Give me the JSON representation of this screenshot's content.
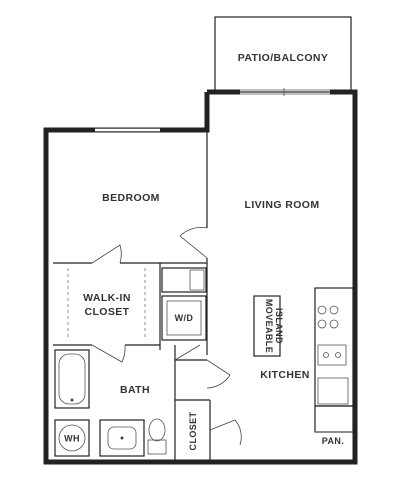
{
  "rooms": {
    "patio": "PATIO/BALCONY",
    "living": "LIVING ROOM",
    "bedroom": "BEDROOM",
    "walkin_line1": "WALK-IN",
    "walkin_line2": "CLOSET",
    "wd": "W/D",
    "island_line1": "MOVEABLE",
    "island_line2": "ISLAND",
    "kitchen": "KITCHEN",
    "bath": "BATH",
    "wh": "WH",
    "closet": "CLOSET",
    "pantry": "PAN."
  }
}
